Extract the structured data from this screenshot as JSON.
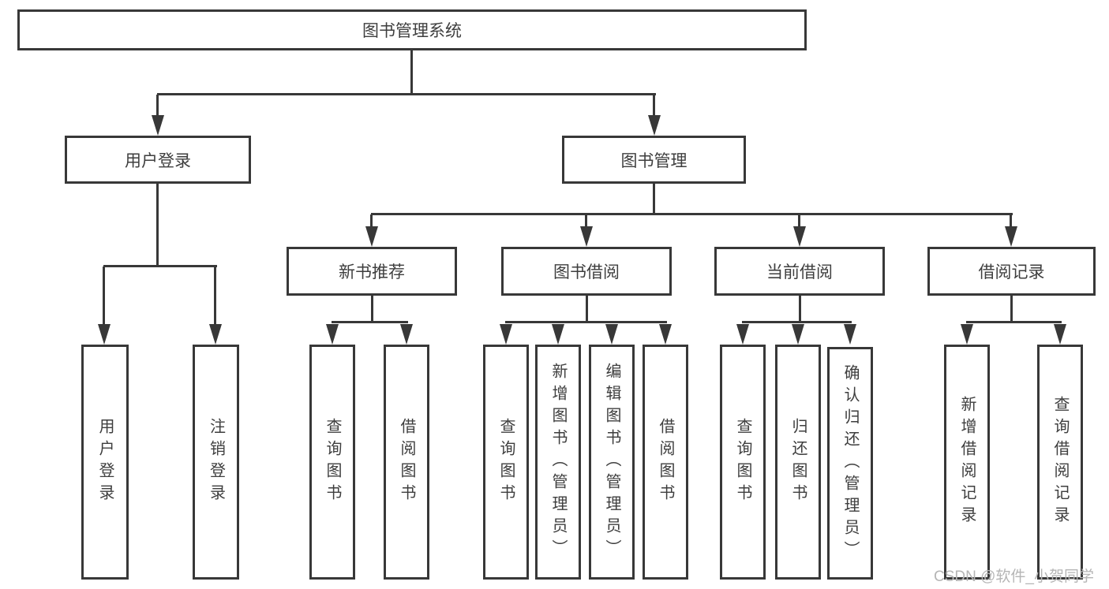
{
  "diagram": {
    "type": "hierarchy-tree",
    "colors": {
      "line": "#383838",
      "border": "#383838",
      "text": "#3e3e3e",
      "background": "#ffffff",
      "watermark": "#b5b5b5"
    },
    "tree": {
      "label": "图书管理系统",
      "children": [
        {
          "label": "用户登录",
          "children": [
            {
              "label": "用户登录"
            },
            {
              "label": "注销登录"
            }
          ]
        },
        {
          "label": "图书管理",
          "children": [
            {
              "label": "新书推荐",
              "children": [
                {
                  "label": "查询图书"
                },
                {
                  "label": "借阅图书"
                }
              ]
            },
            {
              "label": "图书借阅",
              "children": [
                {
                  "label": "查询图书"
                },
                {
                  "label": "新增图书（管理员）"
                },
                {
                  "label": "编辑图书（管理员）"
                },
                {
                  "label": "借阅图书"
                }
              ]
            },
            {
              "label": "当前借阅",
              "children": [
                {
                  "label": "查询图书"
                },
                {
                  "label": "归还图书"
                },
                {
                  "label": "确认归还（管理员）"
                }
              ]
            },
            {
              "label": "借阅记录",
              "children": [
                {
                  "label": "新增借阅记录"
                },
                {
                  "label": "查询借阅记录"
                }
              ]
            }
          ]
        }
      ]
    },
    "watermark": "CSDN @软件_小贺同学"
  }
}
